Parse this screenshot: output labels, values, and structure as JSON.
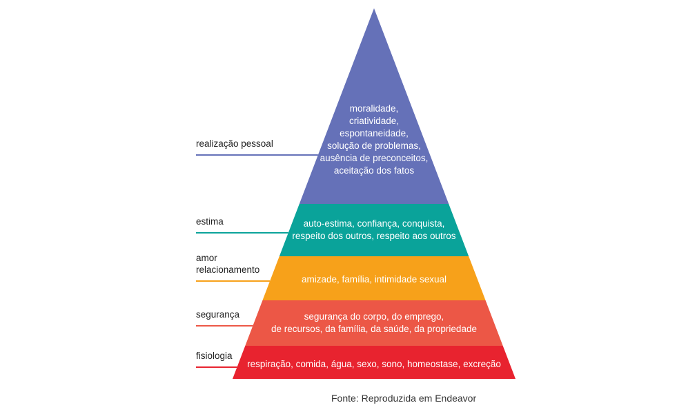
{
  "levels": [
    {
      "label_lines": [
        "realização pessoal"
      ],
      "text_lines": [
        "moralidade,",
        "criatividade,",
        "espontaneidade,",
        "solução de problemas,",
        "ausência de preconceitos,",
        "aceitação dos fatos"
      ],
      "color": "#6571b8",
      "line_color": "#6571b8"
    },
    {
      "label_lines": [
        "estima"
      ],
      "text_lines": [
        "auto-estima, confiança, conquista,",
        "respeito dos outros, respeito aos outros"
      ],
      "color": "#0aa39a",
      "line_color": "#0aa39a"
    },
    {
      "label_lines": [
        "amor",
        "relacionamento"
      ],
      "text_lines": [
        "amizade, família, intimidade sexual"
      ],
      "color": "#f7a11a",
      "line_color": "#f7a11a"
    },
    {
      "label_lines": [
        "segurança"
      ],
      "text_lines": [
        "segurança do corpo, do emprego,",
        "de recursos, da família, da saúde, da propriedade"
      ],
      "color": "#ec5746",
      "line_color": "#ec5746"
    },
    {
      "label_lines": [
        "fisiologia"
      ],
      "text_lines": [
        "respiração, comida, água, sexo, sono, homeostase, excreção"
      ],
      "color": "#e8232f",
      "line_color": "#e8232f"
    }
  ],
  "source": "Fonte: Reproduzida em Endeavor"
}
